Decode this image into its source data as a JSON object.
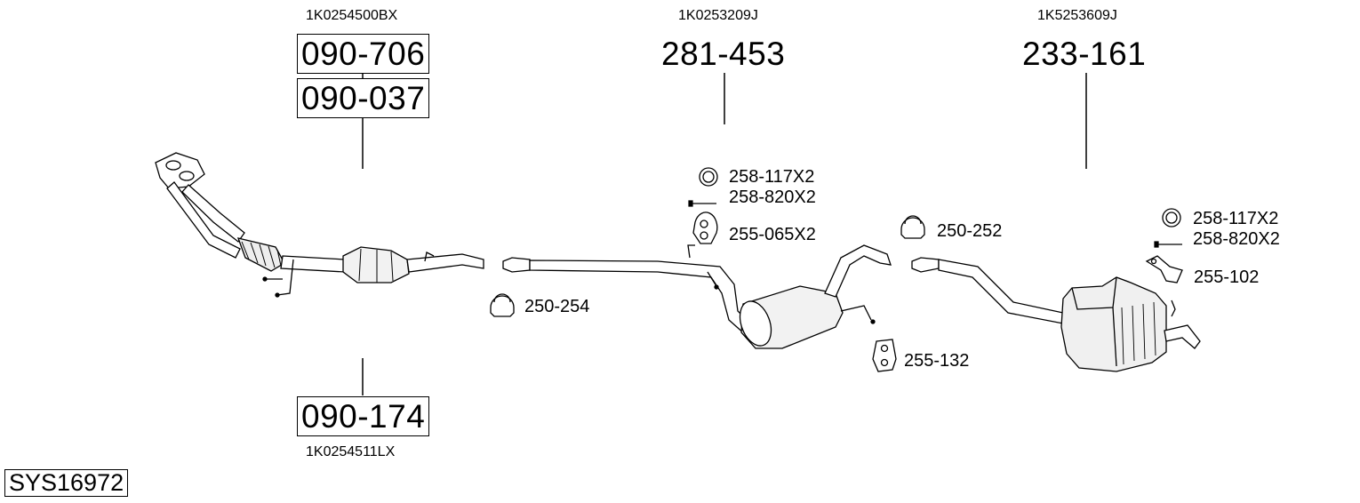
{
  "system_code": "SYS16972",
  "front_section": {
    "oem_top": "1K0254500BX",
    "part_top": "090-706",
    "part_second": "090-037",
    "part_bottom": "090-174",
    "oem_bottom": "1K0254511LX"
  },
  "middle_section": {
    "oem": "1K0253209J",
    "part": "281-453"
  },
  "rear_section": {
    "oem": "1K5253609J",
    "part": "233-161"
  },
  "accessories": {
    "clamp_front": "250-254",
    "ring_mid": "258-117X2",
    "bolt_mid": "258-820X2",
    "hanger_mid": "255-065X2",
    "clamp_mid": "250-252",
    "hanger_low": "255-132",
    "ring_rear": "258-117X2",
    "bolt_rear": "258-820X2",
    "bracket_rear": "255-102"
  },
  "colors": {
    "line": "#000000",
    "fill": "#ffffff",
    "shade": "#e6e6e6"
  }
}
